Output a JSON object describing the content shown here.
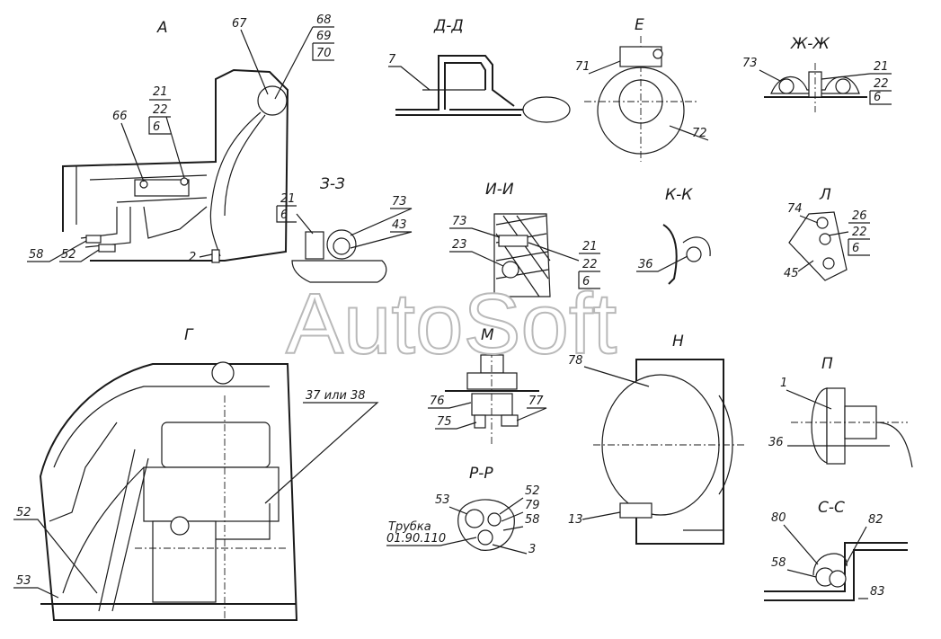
{
  "views": {
    "A": {
      "title": "А",
      "labels": [
        "67",
        "68",
        "69",
        "70",
        "21",
        "22",
        "6",
        "66",
        "58",
        "52",
        "2"
      ]
    },
    "DD": {
      "title": "Д-Д",
      "labels": [
        "7"
      ]
    },
    "E": {
      "title": "Е",
      "labels": [
        "71",
        "72"
      ]
    },
    "ZhZh": {
      "title": "Ж-Ж",
      "labels": [
        "73",
        "21",
        "22",
        "6"
      ]
    },
    "ZZ": {
      "title": "З-З",
      "labels": [
        "21",
        "6",
        "73",
        "43"
      ]
    },
    "II": {
      "title": "И-И",
      "labels": [
        "73",
        "23",
        "21",
        "22",
        "6"
      ]
    },
    "KK": {
      "title": "К-К",
      "labels": [
        "36"
      ]
    },
    "L": {
      "title": "Л",
      "labels": [
        "74",
        "26",
        "22",
        "6",
        "45"
      ]
    },
    "G": {
      "title": "Г",
      "labels": [
        "37 или 38",
        "52",
        "53"
      ]
    },
    "M": {
      "title": "М",
      "labels": [
        "76",
        "77",
        "75"
      ]
    },
    "N": {
      "title": "Н",
      "labels": [
        "78",
        "13"
      ]
    },
    "P": {
      "title": "П",
      "labels": [
        "1",
        "36"
      ]
    },
    "RR": {
      "title": "Р-Р",
      "labels": [
        "52",
        "79",
        "53",
        "58",
        "3"
      ],
      "note_line1": "Трубка",
      "note_line2": "01.90.110"
    },
    "SS": {
      "title": "С-С",
      "labels": [
        "80",
        "82",
        "58",
        "83"
      ]
    }
  },
  "watermark": "AutoSoft"
}
